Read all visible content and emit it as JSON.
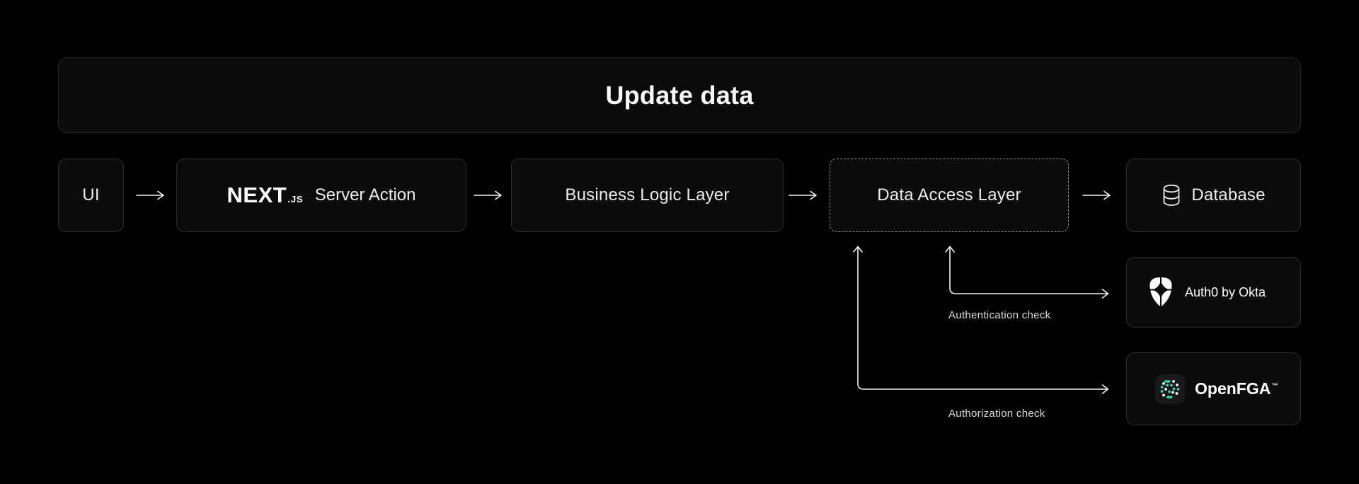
{
  "title": "Update data",
  "flow": {
    "ui": "UI",
    "next_wordmark": "NEXT",
    "next_suffix": ".JS",
    "server_action": "Server Action",
    "business_logic": "Business Logic Layer",
    "data_access": "Data Access Layer",
    "database": "Database"
  },
  "services": {
    "auth0": "Auth0 by Okta",
    "openfga": "OpenFGA",
    "openfga_tm": "TM"
  },
  "annotations": {
    "authentication": "Authentication check",
    "authorization": "Authorization check"
  },
  "colors": {
    "background": "#000000",
    "node_bg": "#0b0b0b",
    "node_border": "#2e2e2e",
    "dashed_border": "#8f8f8f",
    "text": "#ececec",
    "arrow": "#f2f2f2",
    "openfga_teal": "#41d1a7"
  }
}
